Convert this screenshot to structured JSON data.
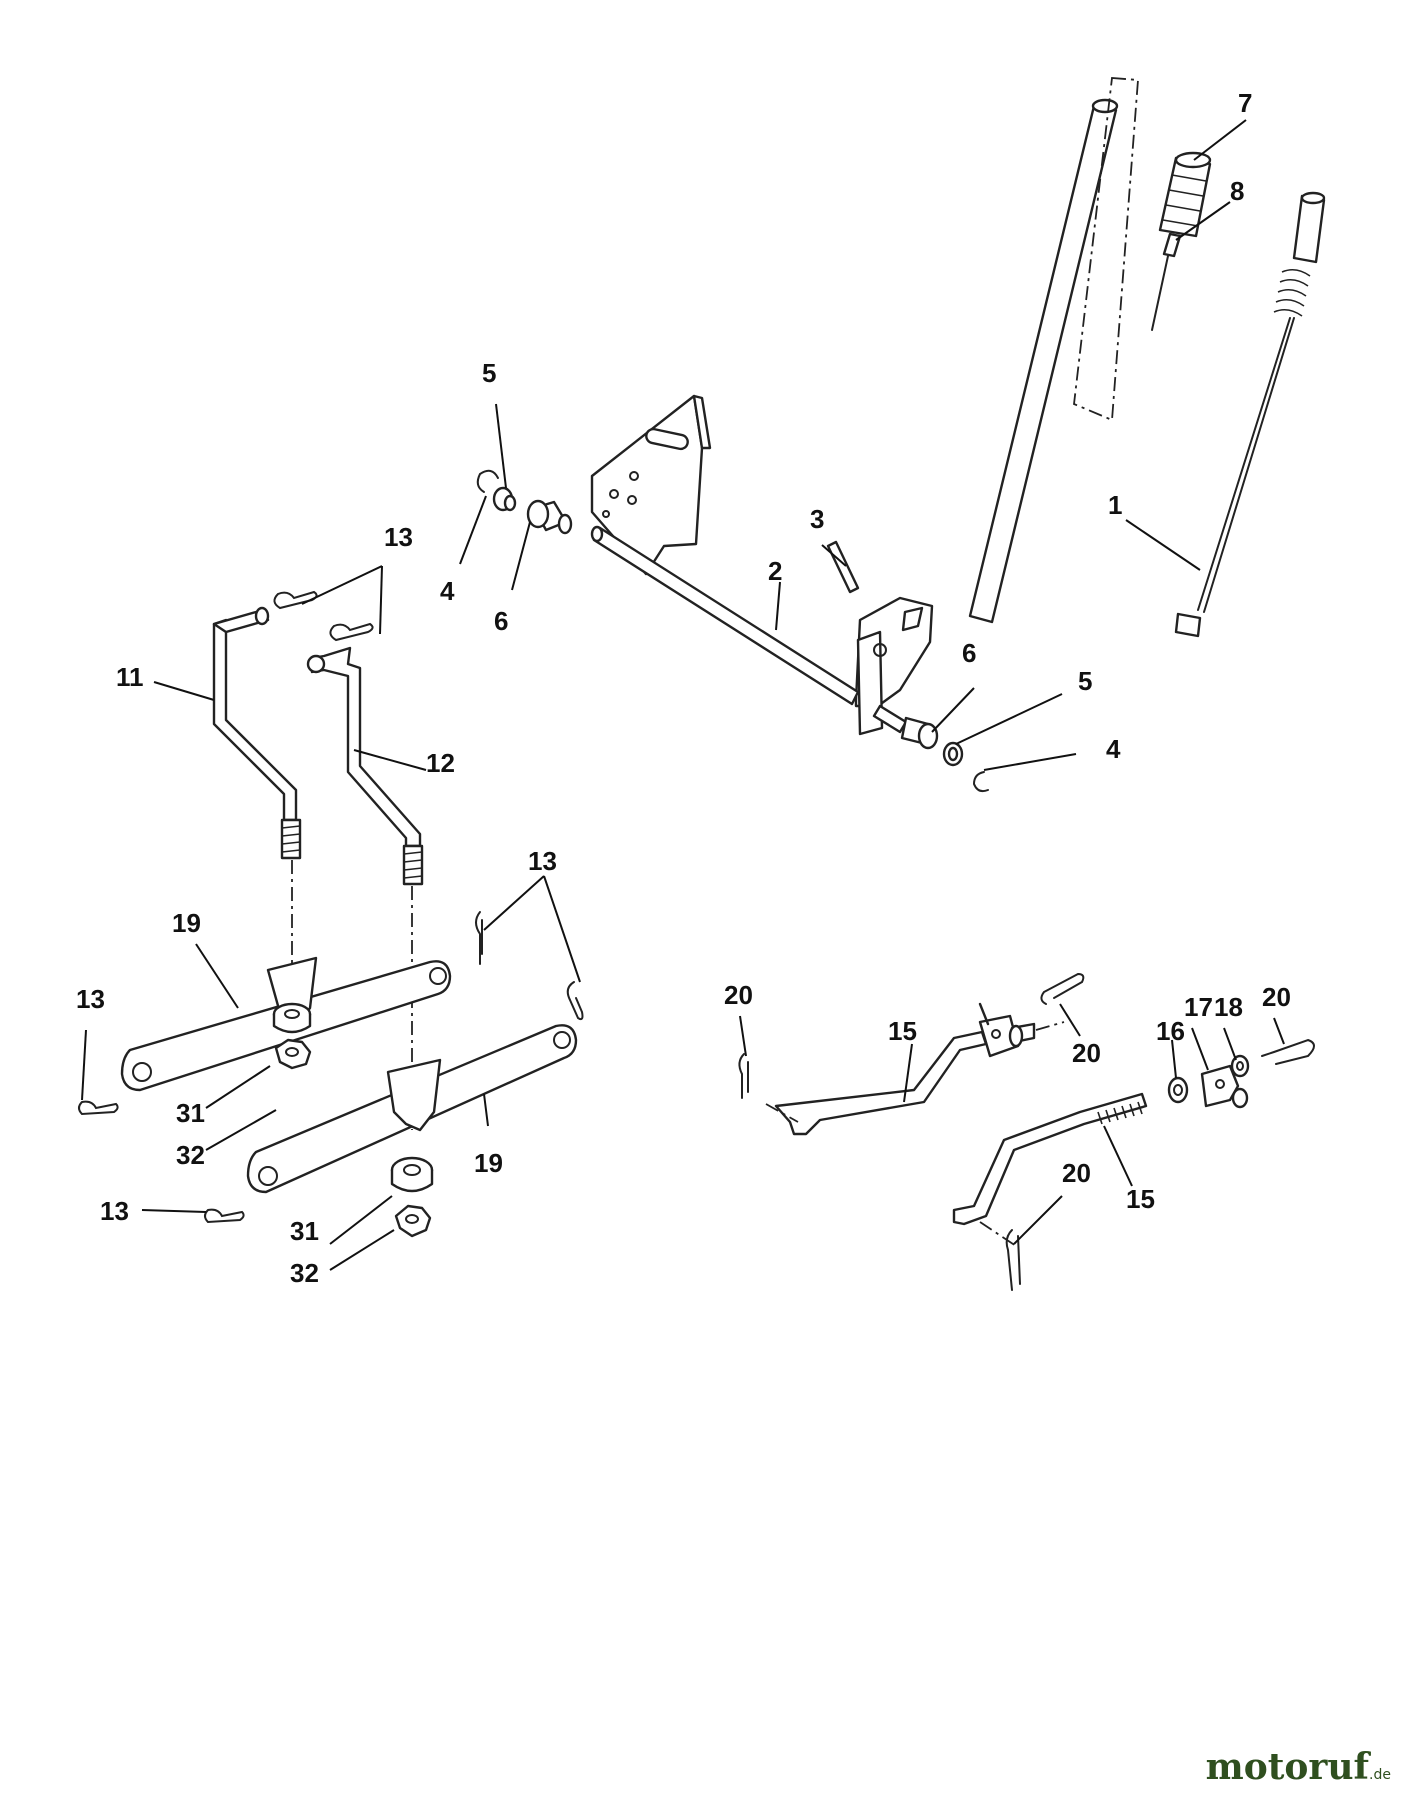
{
  "callouts": {
    "c1": "1",
    "c2": "2",
    "c3": "3",
    "c4a": "4",
    "c4b": "4",
    "c5a": "5",
    "c5b": "5",
    "c6a": "6",
    "c6b": "6",
    "c7": "7",
    "c8": "8",
    "c11": "11",
    "c12": "12",
    "c13a": "13",
    "c13b": "13",
    "c13c": "13",
    "c13d": "13",
    "c15a": "15",
    "c15b": "15",
    "c16": "16",
    "c17": "17",
    "c18": "18",
    "c19a": "19",
    "c19b": "19",
    "c20a": "20",
    "c20b": "20",
    "c20c": "20",
    "c20d": "20",
    "c31a": "31",
    "c31b": "31",
    "c32a": "32",
    "c32b": "32"
  },
  "watermark": {
    "brand": "motoruf",
    "suffix": ".de"
  },
  "colors": {
    "line": "#222222",
    "watermark": "#2f4f1f"
  }
}
